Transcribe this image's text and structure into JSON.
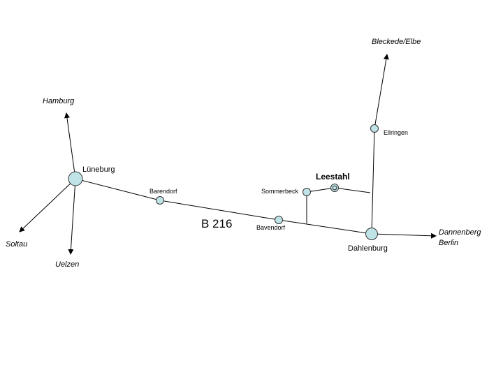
{
  "map": {
    "road_number": "B 216",
    "colors": {
      "node_fill": "#bfe3e6",
      "line": "#000000"
    },
    "places": {
      "lueneburg": "Lüneburg",
      "barendorf": "Barendorf",
      "bavendorf": "Bavendorf",
      "sommerbeck": "Sommerbeck",
      "leestahl": "Leestahl",
      "dahlenburg": "Dahlenburg",
      "ellringen": "Ellringen"
    },
    "directions": {
      "hamburg": "Hamburg",
      "soltau": "Soltau",
      "uelzen": "Uelzen",
      "bleckede": "Bleckede/Elbe",
      "dannenberg": "Dannenberg",
      "berlin": "Berlin"
    }
  }
}
